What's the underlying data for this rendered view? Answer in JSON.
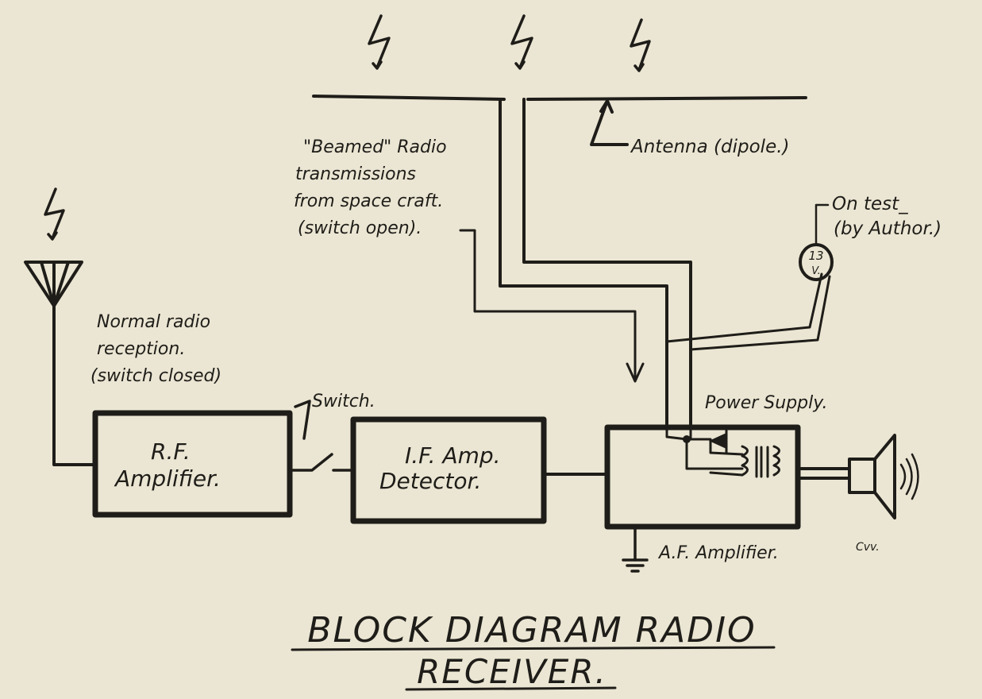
{
  "title": {
    "line1": "BLOCK DIAGRAM RADIO",
    "line2": "RECEIVER."
  },
  "blocks": {
    "rf": {
      "line1": "R.F.",
      "line2": "Amplifier."
    },
    "if": {
      "line1": "I.F. Amp.",
      "line2": "Detector."
    }
  },
  "labels": {
    "switch": "Switch.",
    "normal": [
      "Normal radio",
      "reception.",
      "(switch closed)"
    ],
    "beamed": [
      "\"Beamed\" Radio",
      "transmissions",
      "from space craft.",
      "(switch open)."
    ],
    "antenna": "Antenna (dipole.)",
    "on_test": [
      "On test_",
      "(by Author.)"
    ],
    "meter_top": "13",
    "meter_bottom": "V.",
    "power_supply": "Power Supply.",
    "af_amplifier": "A.F. Amplifier.",
    "signature": "Cvv."
  },
  "icons": {
    "lightning": "lightning-bolt-icon",
    "antenna": "antenna-icon",
    "ground": "ground-icon",
    "speaker": "speaker-icon",
    "meter": "voltmeter-icon",
    "transformer": "transformer-icon",
    "diode": "diode-icon"
  }
}
